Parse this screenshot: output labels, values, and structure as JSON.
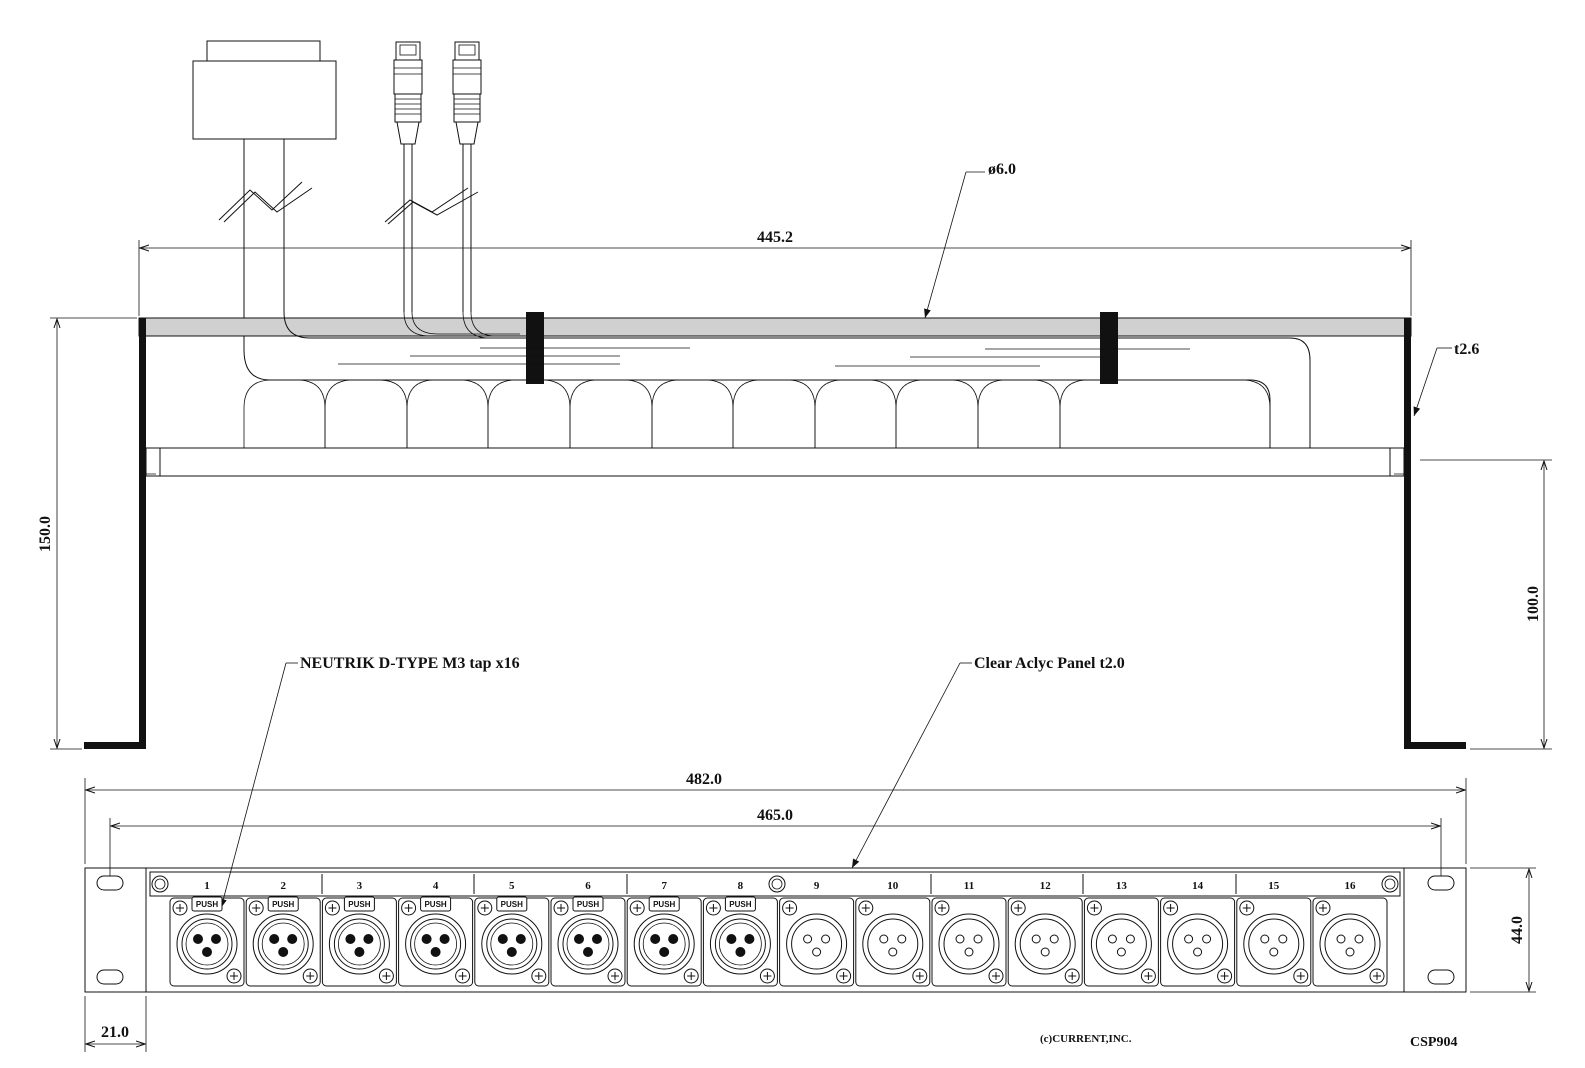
{
  "dimensions": {
    "top_width": "445.2",
    "cable_dia": "ø6.0",
    "bracket_thickness": "t2.6",
    "height_total": "150.0",
    "height_bracket": "100.0",
    "rack_width": "482.0",
    "panel_width": "465.0",
    "panel_height": "44.0",
    "ear_width": "21.0"
  },
  "callouts": {
    "connector": "NEUTRIK D-TYPE M3 tap x16",
    "panel": "Clear Aclyc Panel t2.0"
  },
  "channels": [
    "1",
    "2",
    "3",
    "4",
    "5",
    "6",
    "7",
    "8",
    "9",
    "10",
    "11",
    "12",
    "13",
    "14",
    "15",
    "16"
  ],
  "push_label": "PUSH",
  "footer": {
    "copyright": "(c)CURRENT,INC.",
    "model": "CSP904"
  }
}
